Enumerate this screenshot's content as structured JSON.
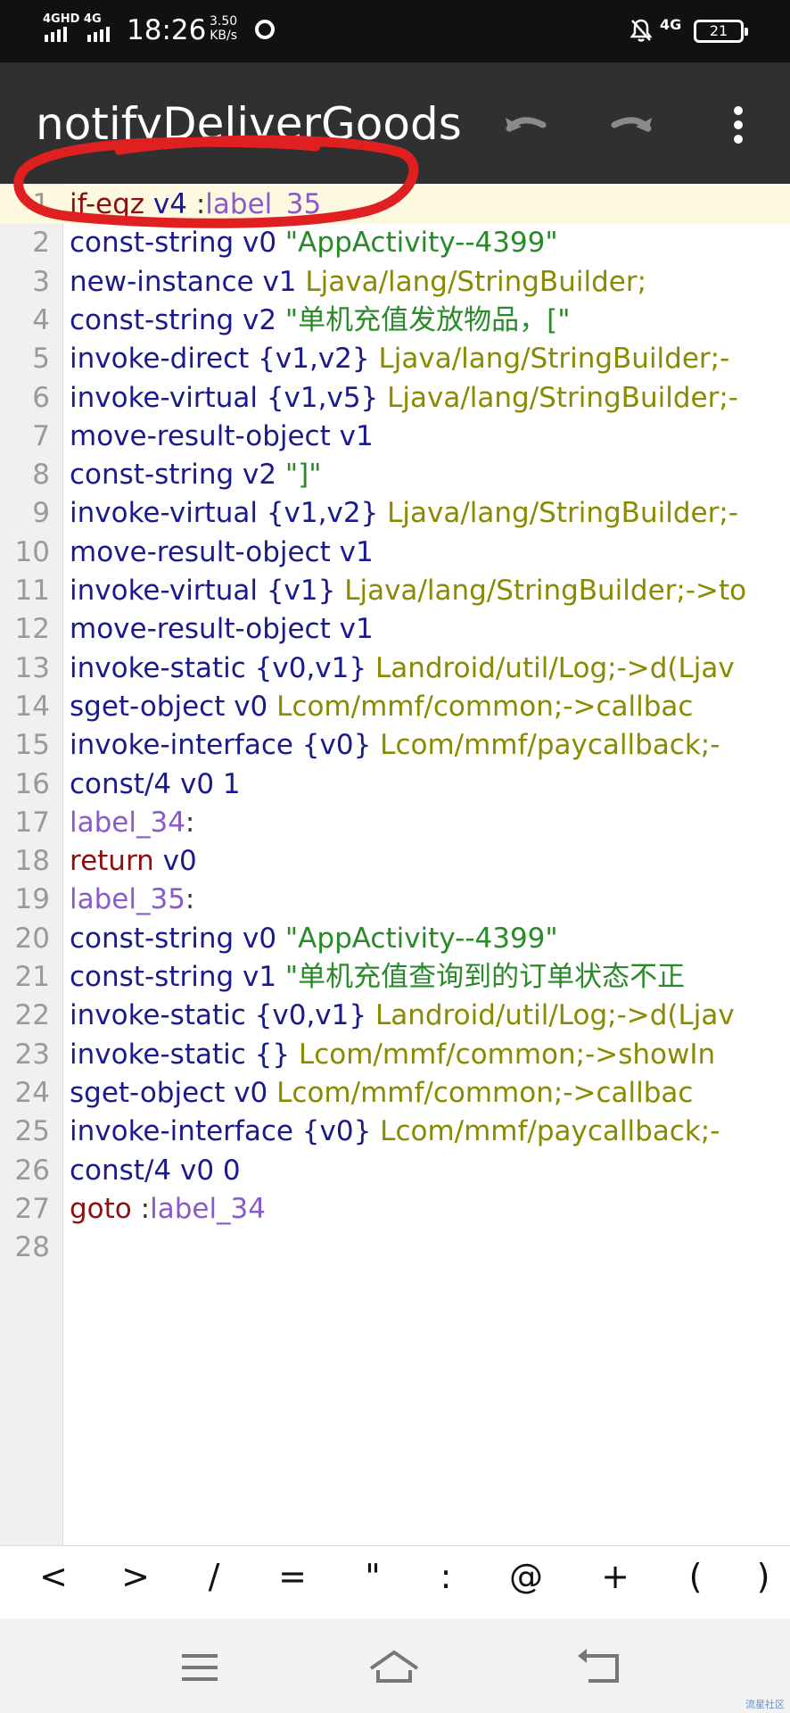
{
  "status_bar": {
    "network_left": "4GHD 4G",
    "time": "18:26",
    "speed_value": "3.50",
    "speed_unit": "KB/s",
    "network_right": "4G",
    "battery": "21"
  },
  "app_bar": {
    "title": "notifyDeliverGoods",
    "undo_icon": "undo-icon",
    "redo_icon": "redo-icon",
    "menu_icon": "more-vert-icon"
  },
  "editor": {
    "lines": [
      {
        "n": "1",
        "tokens": [
          {
            "t": "if-eqz",
            "c": "r"
          },
          {
            "t": " v4 ",
            "c": "k"
          },
          {
            "t": ":",
            "c": "p"
          },
          {
            "t": "label_35",
            "c": "l"
          }
        ]
      },
      {
        "n": "2",
        "tokens": [
          {
            "t": "const-string",
            "c": "k"
          },
          {
            "t": " v0 ",
            "c": "k"
          },
          {
            "t": "\"AppActivity--4399\"",
            "c": "s"
          }
        ]
      },
      {
        "n": "3",
        "tokens": [
          {
            "t": "new-instance",
            "c": "k"
          },
          {
            "t": " v1 ",
            "c": "k"
          },
          {
            "t": "Ljava/lang/StringBuilder;",
            "c": "c"
          }
        ]
      },
      {
        "n": "4",
        "tokens": [
          {
            "t": "const-string",
            "c": "k"
          },
          {
            "t": " v2 ",
            "c": "k"
          },
          {
            "t": "\"单机充值发放物品，[\"",
            "c": "s"
          }
        ]
      },
      {
        "n": "5",
        "tokens": [
          {
            "t": "invoke-direct",
            "c": "k"
          },
          {
            "t": " {v1,v2} ",
            "c": "k"
          },
          {
            "t": "Ljava/lang/StringBuilder;-",
            "c": "c"
          }
        ]
      },
      {
        "n": "6",
        "tokens": [
          {
            "t": "invoke-virtual",
            "c": "k"
          },
          {
            "t": " {v1,v5} ",
            "c": "k"
          },
          {
            "t": "Ljava/lang/StringBuilder;-",
            "c": "c"
          }
        ]
      },
      {
        "n": "7",
        "tokens": [
          {
            "t": "move-result-object",
            "c": "k"
          },
          {
            "t": " v1",
            "c": "k"
          }
        ]
      },
      {
        "n": "8",
        "tokens": [
          {
            "t": "const-string",
            "c": "k"
          },
          {
            "t": " v2 ",
            "c": "k"
          },
          {
            "t": "\"]\"",
            "c": "s"
          }
        ]
      },
      {
        "n": "9",
        "tokens": [
          {
            "t": "invoke-virtual",
            "c": "k"
          },
          {
            "t": " {v1,v2} ",
            "c": "k"
          },
          {
            "t": "Ljava/lang/StringBuilder;-",
            "c": "c"
          }
        ]
      },
      {
        "n": "10",
        "tokens": [
          {
            "t": "move-result-object",
            "c": "k"
          },
          {
            "t": " v1",
            "c": "k"
          }
        ]
      },
      {
        "n": "11",
        "tokens": [
          {
            "t": "invoke-virtual",
            "c": "k"
          },
          {
            "t": " {v1} ",
            "c": "k"
          },
          {
            "t": "Ljava/lang/StringBuilder;->to",
            "c": "c"
          }
        ]
      },
      {
        "n": "12",
        "tokens": [
          {
            "t": "move-result-object",
            "c": "k"
          },
          {
            "t": " v1",
            "c": "k"
          }
        ]
      },
      {
        "n": "13",
        "tokens": [
          {
            "t": "invoke-static",
            "c": "k"
          },
          {
            "t": " {v0,v1} ",
            "c": "k"
          },
          {
            "t": "Landroid/util/Log;->d(Ljav",
            "c": "c"
          }
        ]
      },
      {
        "n": "14",
        "tokens": [
          {
            "t": "sget-object",
            "c": "k"
          },
          {
            "t": " v0 ",
            "c": "k"
          },
          {
            "t": "Lcom/mmf/common;->callbac",
            "c": "c"
          }
        ]
      },
      {
        "n": "15",
        "tokens": [
          {
            "t": "invoke-interface",
            "c": "k"
          },
          {
            "t": " {v0} ",
            "c": "k"
          },
          {
            "t": "Lcom/mmf/paycallback;-",
            "c": "c"
          }
        ]
      },
      {
        "n": "16",
        "tokens": [
          {
            "t": "const/4",
            "c": "k"
          },
          {
            "t": " v0 1",
            "c": "k"
          }
        ]
      },
      {
        "n": "17",
        "tokens": [
          {
            "t": "label_34",
            "c": "l"
          },
          {
            "t": ":",
            "c": "p"
          }
        ]
      },
      {
        "n": "18",
        "tokens": [
          {
            "t": "return",
            "c": "r"
          },
          {
            "t": " v0",
            "c": "k"
          }
        ]
      },
      {
        "n": "19",
        "tokens": [
          {
            "t": "label_35",
            "c": "l"
          },
          {
            "t": ":",
            "c": "p"
          }
        ]
      },
      {
        "n": "20",
        "tokens": [
          {
            "t": "const-string",
            "c": "k"
          },
          {
            "t": " v0 ",
            "c": "k"
          },
          {
            "t": "\"AppActivity--4399\"",
            "c": "s"
          }
        ]
      },
      {
        "n": "21",
        "tokens": [
          {
            "t": "const-string",
            "c": "k"
          },
          {
            "t": " v1 ",
            "c": "k"
          },
          {
            "t": "\"单机充值查询到的订单状态不正",
            "c": "s"
          }
        ]
      },
      {
        "n": "22",
        "tokens": [
          {
            "t": "invoke-static",
            "c": "k"
          },
          {
            "t": " {v0,v1} ",
            "c": "k"
          },
          {
            "t": "Landroid/util/Log;->d(Ljav",
            "c": "c"
          }
        ]
      },
      {
        "n": "23",
        "tokens": [
          {
            "t": "invoke-static",
            "c": "k"
          },
          {
            "t": " {} ",
            "c": "k"
          },
          {
            "t": "Lcom/mmf/common;->showIn",
            "c": "c"
          }
        ]
      },
      {
        "n": "24",
        "tokens": [
          {
            "t": "sget-object",
            "c": "k"
          },
          {
            "t": " v0 ",
            "c": "k"
          },
          {
            "t": "Lcom/mmf/common;->callbac",
            "c": "c"
          }
        ]
      },
      {
        "n": "25",
        "tokens": [
          {
            "t": "invoke-interface",
            "c": "k"
          },
          {
            "t": " {v0} ",
            "c": "k"
          },
          {
            "t": "Lcom/mmf/paycallback;-",
            "c": "c"
          }
        ]
      },
      {
        "n": "26",
        "tokens": [
          {
            "t": "const/4",
            "c": "k"
          },
          {
            "t": " v0 0",
            "c": "k"
          }
        ]
      },
      {
        "n": "27",
        "tokens": [
          {
            "t": "goto",
            "c": "r"
          },
          {
            "t": " ",
            "c": "k"
          },
          {
            "t": ":",
            "c": "p"
          },
          {
            "t": "label_34",
            "c": "l"
          }
        ]
      },
      {
        "n": "28",
        "tokens": []
      }
    ],
    "active_line": 1,
    "colors": {
      "keyword": "#1a1a8c",
      "opcode_red": "#8b1010",
      "string": "#2a8a2a",
      "class": "#8a8a00",
      "label": "#8a5bc8",
      "annotation_circle": "#e02020"
    }
  },
  "symbol_bar": {
    "keys": [
      "<",
      ">",
      "/",
      "=",
      "\"",
      ":",
      "@",
      "+",
      "(",
      ")"
    ]
  },
  "nav_bar": {
    "menu_icon": "menu-icon",
    "home_icon": "home-icon",
    "back_icon": "back-icon",
    "watermark": "流星社区"
  }
}
